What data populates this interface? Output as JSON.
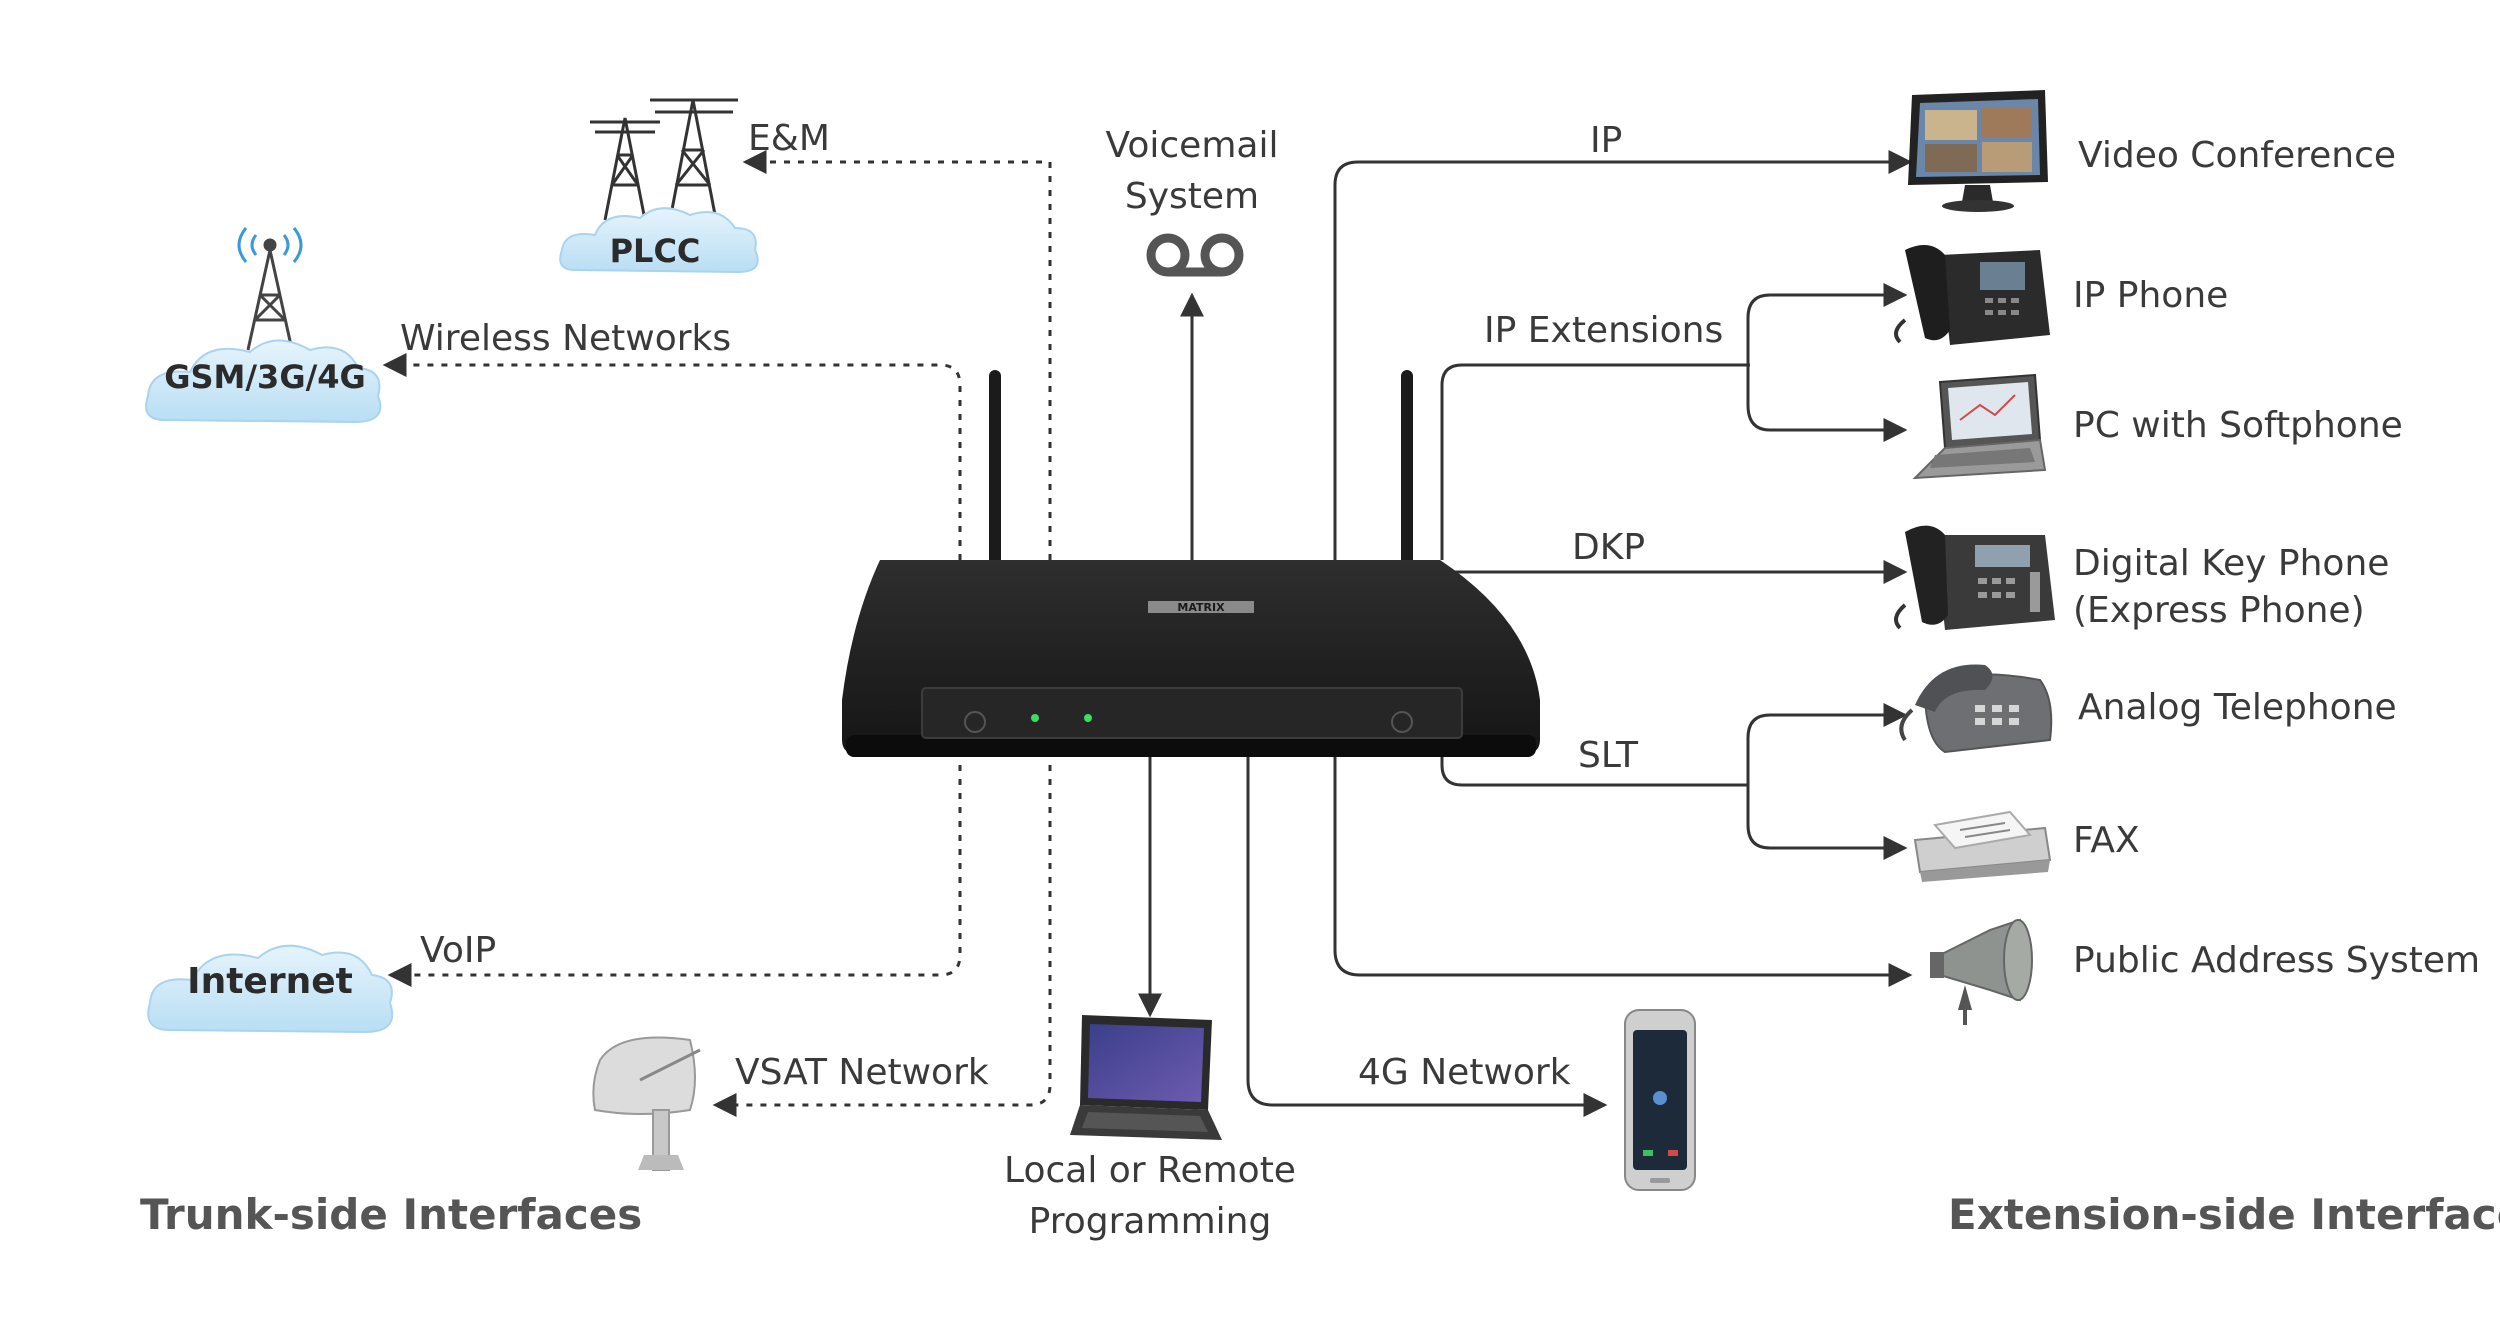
{
  "trunk_side": {
    "heading": "Trunk-side Interfaces",
    "em_label": "E&M",
    "plcc_cloud": "PLCC",
    "wireless_label": "Wireless Networks",
    "gsm_cloud": "GSM/3G/4G",
    "voip_label": "VoIP",
    "internet_cloud": "Internet",
    "vsat_label": "VSAT Network"
  },
  "center": {
    "voicemail_line1": "Voicemail",
    "voicemail_line2": "System",
    "programming_line1": "Local or Remote",
    "programming_line2": "Programming",
    "network_4g_label": "4G Network",
    "brand": "MATRIX"
  },
  "extension_side": {
    "heading": "Extension-side Interfaces",
    "ip_label": "IP",
    "video_conference": "Video Conference",
    "ip_extensions_label": "IP Extensions",
    "ip_phone": "IP Phone",
    "pc_softphone": "PC with Softphone",
    "dkp_label": "DKP",
    "digital_key_phone_line1": "Digital Key Phone",
    "digital_key_phone_line2": "(Express Phone)",
    "slt_label": "SLT",
    "analog_telephone": "Analog Telephone",
    "fax": "FAX",
    "public_address": "Public Address System"
  },
  "colors": {
    "line": "#333333",
    "cloud": "#cfe8f7",
    "cloud_edge": "#a9d3ee",
    "device": "#1f1f1f",
    "heading": "#555555"
  }
}
